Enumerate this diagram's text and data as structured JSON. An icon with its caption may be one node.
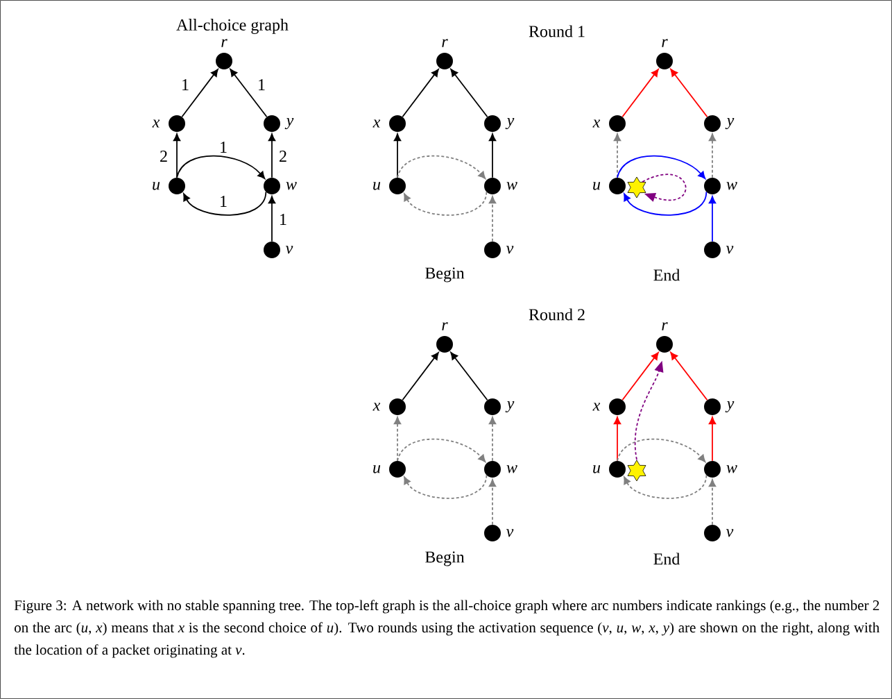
{
  "diagram": {
    "caption": "Figure 3:   A network with no stable spanning tree. The top-left graph is the all-choice graph where arc numbers indicate rankings (e.g., the number 2 on the arc (*u*, *x*) means that *x* is the second choice of *u*). Two rounds using the activation sequence (*v*, *u*, *w*, *x*, *y*) are shown on the right, along with the location of a packet originating at *v*.",
    "nodes": [
      {
        "text": [],
        "shape": "circle",
        "beside": [
          "r"
        ]
      },
      {
        "text": [],
        "shape": "circle",
        "beside": [
          "x"
        ]
      },
      {
        "text": [],
        "shape": "circle",
        "beside": [
          "y"
        ]
      },
      {
        "text": [],
        "shape": "circle",
        "beside": [
          "u"
        ]
      },
      {
        "text": [],
        "shape": "circle",
        "beside": [
          "w"
        ]
      },
      {
        "text": [],
        "shape": "circle",
        "beside": [
          "v"
        ]
      },
      {
        "text": [],
        "shape": "circle",
        "beside": [
          "r"
        ]
      },
      {
        "text": [],
        "shape": "circle",
        "beside": [
          "x"
        ]
      },
      {
        "text": [],
        "shape": "circle",
        "beside": [
          "y"
        ]
      },
      {
        "text": [],
        "shape": "circle",
        "beside": [
          "u"
        ]
      },
      {
        "text": [],
        "shape": "circle",
        "beside": [
          "w"
        ]
      },
      {
        "text": [],
        "shape": "circle",
        "beside": [
          "v"
        ]
      },
      {
        "text": [],
        "shape": "circle",
        "beside": [
          "r"
        ]
      },
      {
        "text": [],
        "shape": "circle",
        "beside": [
          "x"
        ]
      },
      {
        "text": [],
        "shape": "circle",
        "beside": [
          "y"
        ]
      },
      {
        "text": [],
        "shape": "circle",
        "beside": [
          "u"
        ]
      },
      {
        "text": [],
        "shape": "star"
      },
      {
        "text": [],
        "shape": "circle",
        "beside": [
          "w"
        ]
      },
      {
        "text": [],
        "shape": "circle",
        "beside": [
          "v"
        ]
      },
      {
        "text": [],
        "shape": "circle",
        "beside": [
          "r"
        ]
      },
      {
        "text": [],
        "shape": "circle",
        "beside": [
          "x"
        ]
      },
      {
        "text": [],
        "shape": "circle",
        "beside": [
          "y"
        ]
      },
      {
        "text": [],
        "shape": "circle",
        "beside": [
          "u"
        ]
      },
      {
        "text": [],
        "shape": "circle",
        "beside": [
          "w"
        ]
      },
      {
        "text": [],
        "shape": "circle",
        "beside": [
          "v"
        ]
      },
      {
        "text": [],
        "shape": "circle",
        "beside": [
          "r"
        ]
      },
      {
        "text": [],
        "shape": "circle",
        "beside": [
          "x"
        ]
      },
      {
        "text": [],
        "shape": "circle",
        "beside": [
          "y"
        ]
      },
      {
        "text": [],
        "shape": "circle",
        "beside": [
          "u"
        ]
      },
      {
        "text": [],
        "shape": "star"
      },
      {
        "text": [],
        "shape": "circle",
        "beside": [
          "w"
        ]
      },
      {
        "text": [],
        "shape": "circle",
        "beside": [
          "v"
        ]
      }
    ],
    "edges": [
      {
        "from": 1,
        "to": 0,
        "arrow": "to",
        "label": "1"
      },
      {
        "from": 2,
        "to": 0,
        "arrow": "to",
        "label": "1"
      },
      {
        "from": 3,
        "to": 1,
        "arrow": "to",
        "label": "2"
      },
      {
        "from": 4,
        "to": 2,
        "arrow": "to",
        "label": "2"
      },
      {
        "from": 3,
        "to": 4,
        "arrow": "to",
        "label": "1"
      },
      {
        "from": 4,
        "to": 3,
        "arrow": "to",
        "label": "1"
      },
      {
        "from": 5,
        "to": 4,
        "arrow": "to",
        "label": "1"
      },
      {
        "from": 7,
        "to": 6,
        "arrow": "to"
      },
      {
        "from": 8,
        "to": 6,
        "arrow": "to"
      },
      {
        "from": 9,
        "to": 7,
        "arrow": "to"
      },
      {
        "from": 10,
        "to": 8,
        "arrow": "to"
      },
      {
        "from": 9,
        "to": 10,
        "arrow": "to",
        "style": "dashed",
        "color": "#808080"
      },
      {
        "from": 10,
        "to": 9,
        "arrow": "to",
        "style": "dashed",
        "color": "#808080"
      },
      {
        "from": 11,
        "to": 10,
        "arrow": "to",
        "style": "dashed",
        "color": "#808080"
      },
      {
        "from": 13,
        "to": 12,
        "arrow": "to",
        "color": "#ff0000"
      },
      {
        "from": 14,
        "to": 12,
        "arrow": "to",
        "color": "#ff0000"
      },
      {
        "from": 15,
        "to": 13,
        "arrow": "to",
        "style": "dashed",
        "color": "#808080"
      },
      {
        "from": 17,
        "to": 14,
        "arrow": "to",
        "style": "dashed",
        "color": "#808080"
      },
      {
        "from": 15,
        "to": 17,
        "arrow": "to",
        "color": "#0000ff"
      },
      {
        "from": 17,
        "to": 15,
        "arrow": "to",
        "color": "#0000ff"
      },
      {
        "from": 18,
        "to": 17,
        "arrow": "to",
        "color": "#0000ff"
      },
      {
        "from": 16,
        "to": 16,
        "arrow": "to",
        "style": "dashed",
        "color": "#800080"
      },
      {
        "from": 20,
        "to": 19,
        "arrow": "to"
      },
      {
        "from": 21,
        "to": 19,
        "arrow": "to"
      },
      {
        "from": 22,
        "to": 20,
        "arrow": "to",
        "style": "dashed",
        "color": "#808080"
      },
      {
        "from": 23,
        "to": 21,
        "arrow": "to",
        "style": "dashed",
        "color": "#808080"
      },
      {
        "from": 22,
        "to": 23,
        "arrow": "to",
        "style": "dashed",
        "color": "#808080"
      },
      {
        "from": 23,
        "to": 22,
        "arrow": "to",
        "style": "dashed",
        "color": "#808080"
      },
      {
        "from": 24,
        "to": 23,
        "arrow": "to",
        "style": "dashed",
        "color": "#808080"
      },
      {
        "from": 26,
        "to": 25,
        "arrow": "to",
        "color": "#ff0000"
      },
      {
        "from": 27,
        "to": 25,
        "arrow": "to",
        "color": "#ff0000"
      },
      {
        "from": 28,
        "to": 26,
        "arrow": "to",
        "color": "#ff0000"
      },
      {
        "from": 30,
        "to": 27,
        "arrow": "to",
        "color": "#ff0000"
      },
      {
        "from": 28,
        "to": 30,
        "arrow": "to",
        "style": "dashed",
        "color": "#808080"
      },
      {
        "from": 30,
        "to": 28,
        "arrow": "to",
        "style": "dashed",
        "color": "#808080"
      },
      {
        "from": 31,
        "to": 30,
        "arrow": "to",
        "style": "dashed",
        "color": "#808080"
      },
      {
        "from": 29,
        "to": 25,
        "arrow": "to",
        "style": "dashed",
        "color": "#800080"
      }
    ],
    "labels": [
      "All-choice graph",
      "Round 1",
      "Begin",
      "End",
      "Round 2",
      "Begin",
      "End"
    ]
  }
}
